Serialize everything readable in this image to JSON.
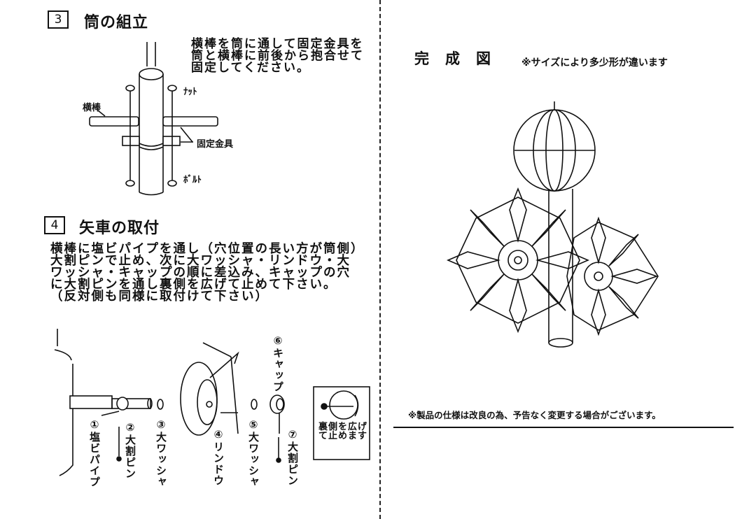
{
  "section3": {
    "number": "3",
    "title": "筒の組立",
    "instructions": "横棒を筒に通して固定金具を\n筒と横棒に前後から抱合せて\n固定してください。",
    "labels": {
      "crossbar": "横棒",
      "nut": "ﾅｯﾄ",
      "bracket": "固定金具",
      "bolt": "ﾎﾞﾙﾄ"
    }
  },
  "section4": {
    "number": "4",
    "title": "矢車の取付",
    "instructions": "横棒に塩ビパイプを通し（穴位置の長い方が筒側）\n大割ピンで止め、次に大ワッシャ・リンドウ・大\nワッシャ・キャップの順に差込み、キャップの穴\nに大割ピンを通し裏側を広げて止めて下さい。\n（反対側も同様に取付けて下さい）",
    "parts": [
      "①塩ビパイプ",
      "②大割ピン",
      "③大ワッシャ",
      "④リンドウ",
      "⑤大ワッシャ",
      "⑥キャップ",
      "⑦大割ピン"
    ],
    "inset_note": "裏側を広げて止めます"
  },
  "completed": {
    "title": "完　成　図",
    "size_note": "※サイズにより多少形が違います",
    "spec_note": "※製品の仕様は改良の為、予告なく変更する場合がございます。"
  }
}
